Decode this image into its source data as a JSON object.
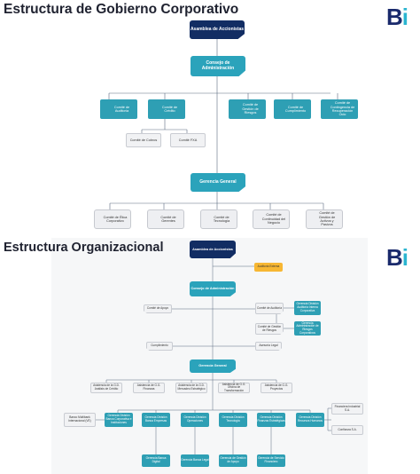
{
  "section1": {
    "title": "Estructura de Gobierno Corporativo",
    "shareholders": "Asamblea de Accionistas",
    "board": "Consejo de Administración",
    "board_committees": [
      "Comité de Auditoría",
      "Comité de Crédito",
      "Comité de Gestión de Riesgos",
      "Comité de Cumplimiento",
      "Comité de Contingencia de Recuperación Ocio"
    ],
    "credit_subcommittees": [
      "Comité de Cobros",
      "Comité FXA"
    ],
    "general_management": "Gerencia General",
    "management_committees": [
      "Comité de Ética Corporativo",
      "Comité de Gerentes",
      "Comité de Tecnología",
      "Comité de Continuidad del Negocio",
      "Comité de Gestión de Activos y Pasivos"
    ]
  },
  "section2": {
    "title": "Estructura Organizacional",
    "shareholders": "Asamblea de Accionistas",
    "external_audit": "Auditoría Externa",
    "board": "Consejo de Administración",
    "support_committee": "Comité de Apoyo",
    "audit_committee": "Comité de Auditoría",
    "risk_committee": "Comité de Gestión de Riesgos",
    "audit_manager": "Gerencia División Auditoría Interna Corporativa",
    "risk_manager": "Gerencia Administración de Riesgos Corporativos",
    "compliance": "Cumplimiento",
    "legal_counsel": "Asesoría Legal",
    "general_management": "Gerencia General",
    "assistants": [
      "Asistencia de la G.D. Análisis de Crédito",
      "Asistencia de G.G. Finanzas",
      "Asistencia de la G.D. Mercadeo Estratégico",
      "Asistencia de G.G. Oficina de Transformación",
      "Asistencia de G.G. Proyectos"
    ],
    "divisions": [
      "Gerencia División Banca Corporativa e Instituciones",
      "Gerencia División Banca Empresas",
      "Gerencia División Operaciones",
      "Gerencia División Tecnología",
      "Gerencia División Finanzas Estratégicas",
      "Gerencia División Recursos Humanos"
    ],
    "left_entity": "Banco Multibank Internacional (VE)",
    "right_entities": [
      "Financiera Industrial S.A.",
      "Confianza S.A."
    ],
    "bottom_units": [
      "Gerencia Banca Digital",
      "Gerencia Banca Legal",
      "Gerencia de Gestión de Apoyo",
      "Gerencia de Servicio Financiero"
    ]
  },
  "logo": {
    "text": "Bi"
  },
  "colors": {
    "navy": "#122d63",
    "teal": "#2ba3bb",
    "yellow": "#f7b733"
  }
}
